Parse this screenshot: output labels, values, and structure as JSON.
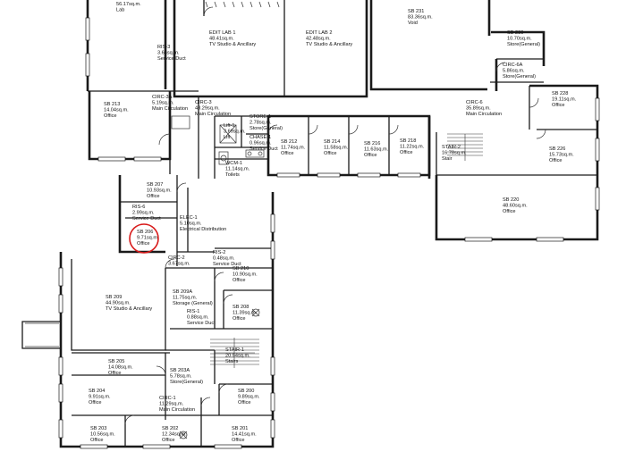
{
  "rooms": [
    {
      "id": "lab-top",
      "lines": [
        "56.17sq.m.",
        "Lab"
      ]
    },
    {
      "id": "edit-lab-1",
      "lines": [
        "EDIT LAB 1",
        "48.41sq.m.",
        "TV Studio & Ancillary"
      ]
    },
    {
      "id": "edit-lab-2",
      "lines": [
        "EDIT LAB 2",
        "42.48sq.m.",
        "TV Studio & Ancillary"
      ]
    },
    {
      "id": "sb-231",
      "lines": [
        "SB 231",
        "83.36sq.m.",
        "Void"
      ]
    },
    {
      "id": "sb-230",
      "lines": [
        "SB 230",
        "10.70sq.m.",
        "Store(General)"
      ]
    },
    {
      "id": "circ-6a",
      "lines": [
        "CIRC-6A",
        "5.86sq.m.",
        "Store(General)"
      ]
    },
    {
      "id": "ris-3",
      "lines": [
        "RIS-3",
        "3.66sq.m.",
        "Service Duct"
      ]
    },
    {
      "id": "circ-3a",
      "lines": [
        "CIRC-3A",
        "5.19sq.m.",
        "Main Circulation"
      ]
    },
    {
      "id": "circ-3",
      "lines": [
        "CIRC-3",
        "43.29sq.m.",
        "Main Circulation"
      ]
    },
    {
      "id": "sb-213",
      "lines": [
        "SB 213",
        "14.04sq.m.",
        "Office"
      ]
    },
    {
      "id": "lift-1",
      "lines": [
        "Lift-1",
        "3.69sq.m.",
        "Lift"
      ]
    },
    {
      "id": "store-1",
      "lines": [
        "STORE-1",
        "2.78sq.m.",
        "Store(General)"
      ]
    },
    {
      "id": "chase-1",
      "lines": [
        "CHASE-1",
        "0.96sq.m.",
        "Service Duct"
      ]
    },
    {
      "id": "wcm-1",
      "lines": [
        "WCM-1",
        "11.14sq.m.",
        "Toilets"
      ]
    },
    {
      "id": "sb-212",
      "lines": [
        "SB 212",
        "11.74sq.m.",
        "Office"
      ]
    },
    {
      "id": "sb-214",
      "lines": [
        "SB 214",
        "11.58sq.m.",
        "Office"
      ]
    },
    {
      "id": "sb-216",
      "lines": [
        "SB 216",
        "11.63sq.m.",
        "Office"
      ]
    },
    {
      "id": "sb-218",
      "lines": [
        "SB 218",
        "11.22sq.m.",
        "Office"
      ]
    },
    {
      "id": "stair-2",
      "lines": [
        "STAIR-2",
        "16.78sq.m.",
        "Stair"
      ]
    },
    {
      "id": "circ-6",
      "lines": [
        "CIRC-6",
        "35.89sq.m.",
        "Main Circulation"
      ]
    },
    {
      "id": "sb-228",
      "lines": [
        "SB 228",
        "19.11sq.m.",
        "Office"
      ]
    },
    {
      "id": "sb-226",
      "lines": [
        "SB 226",
        "15.73sq.m.",
        "Office"
      ]
    },
    {
      "id": "sb-220",
      "lines": [
        "SB 220",
        "48.60sq.m.",
        "Office"
      ]
    },
    {
      "id": "sb-207",
      "lines": [
        "SB 207",
        "10.93sq.m.",
        "Office"
      ]
    },
    {
      "id": "ris-6",
      "lines": [
        "RIS-6",
        "2.99sq.m.",
        "Service Duct"
      ]
    },
    {
      "id": "elec-1",
      "lines": [
        "ELEC-1",
        "5.10sq.m.",
        "Electrical Distribution"
      ]
    },
    {
      "id": "sb-206",
      "lines": [
        "SB 206",
        "9.71sq.m.",
        "Office"
      ]
    },
    {
      "id": "circ-2",
      "lines": [
        "CIRC-2",
        "3.67sq.m."
      ]
    },
    {
      "id": "ris-2",
      "lines": [
        "RIS-2",
        "0.48sq.m.",
        "Service Duct"
      ]
    },
    {
      "id": "sb-210",
      "lines": [
        "SB 210",
        "10.90sq.m.",
        "Office"
      ]
    },
    {
      "id": "sb-209",
      "lines": [
        "SB 209",
        "44.90sq.m.",
        "TV Studio & Ancillary"
      ]
    },
    {
      "id": "sb-209a",
      "lines": [
        "SB 209A",
        "11.75sq.m.",
        "Storage (General)"
      ]
    },
    {
      "id": "sb-208",
      "lines": [
        "SB 208",
        "11.39sq.m.",
        "Office"
      ]
    },
    {
      "id": "ris-1",
      "lines": [
        "RIS-1",
        "0.88sq.m.",
        "Service Duct"
      ]
    },
    {
      "id": "stair-1",
      "lines": [
        "STAIR-1",
        "20.54sq.m.",
        "Stairs"
      ]
    },
    {
      "id": "sb-205",
      "lines": [
        "SB 205",
        "14.08sq.m.",
        "Office"
      ]
    },
    {
      "id": "sb-203a",
      "lines": [
        "SB 203A",
        "5.78sq.m.",
        "Store(General)"
      ]
    },
    {
      "id": "sb-204",
      "lines": [
        "SB 204",
        "9.91sq.m.",
        "Office"
      ]
    },
    {
      "id": "circ-1",
      "lines": [
        "CIRC-1",
        "11.29sq.m.",
        "Main Circulation"
      ]
    },
    {
      "id": "sb-200",
      "lines": [
        "SB 200",
        "9.89sq.m.",
        "Office"
      ]
    },
    {
      "id": "sb-203",
      "lines": [
        "SB 203",
        "10.56sq.m.",
        "Office"
      ]
    },
    {
      "id": "sb-202",
      "lines": [
        "SB 202",
        "12.34sq.m.",
        "Office"
      ]
    },
    {
      "id": "sb-201",
      "lines": [
        "SB 201",
        "14.41sq.m.",
        "Office"
      ]
    }
  ],
  "highlight": {
    "room": "sb-206",
    "color": "#d81b1b"
  },
  "colors": {
    "wall": "#1a1a1a",
    "background": "#ffffff"
  }
}
